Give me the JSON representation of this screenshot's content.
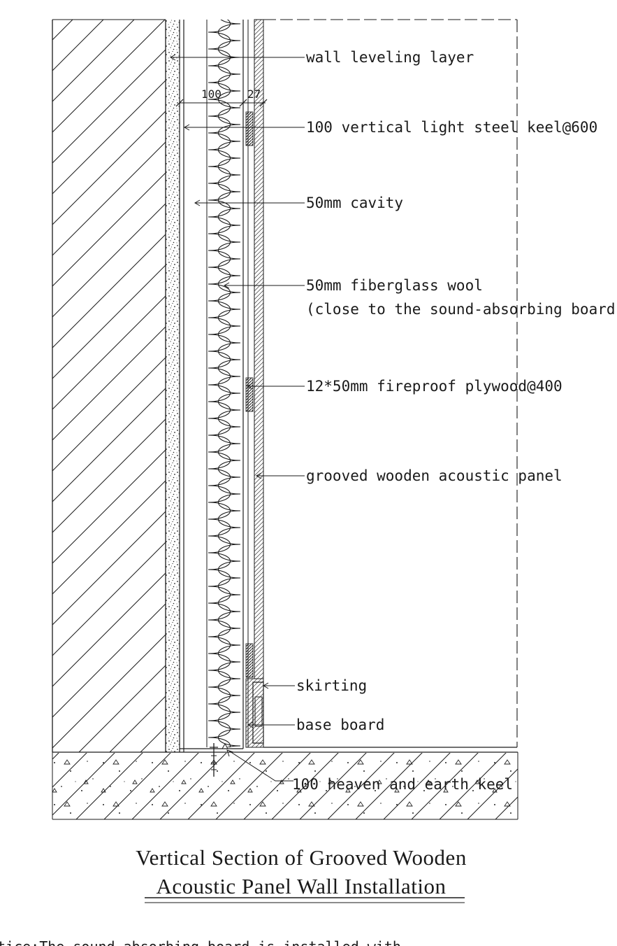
{
  "labels": {
    "wall_leveling": "wall leveling layer",
    "steel_keel": "100 vertical light steel keel@600",
    "cavity": "50mm cavity",
    "wool_line1": "50mm fiberglass wool",
    "wool_line2": "(close to the sound-absorbing board)",
    "plywood": "12*50mm fireproof plywood@400",
    "panel": "grooved wooden acoustic panel",
    "skirting": "skirting",
    "base_board": "base board",
    "earth_keel": "100 heaven and earth keel"
  },
  "dimensions": {
    "cavity_width": "100",
    "panel_width": "27"
  },
  "title": {
    "line1": "Vertical Section of Grooved Wooden",
    "line2": "Acoustic Panel Wall Installation"
  },
  "note": "tice:The sound-absorbing board is installed with"
}
